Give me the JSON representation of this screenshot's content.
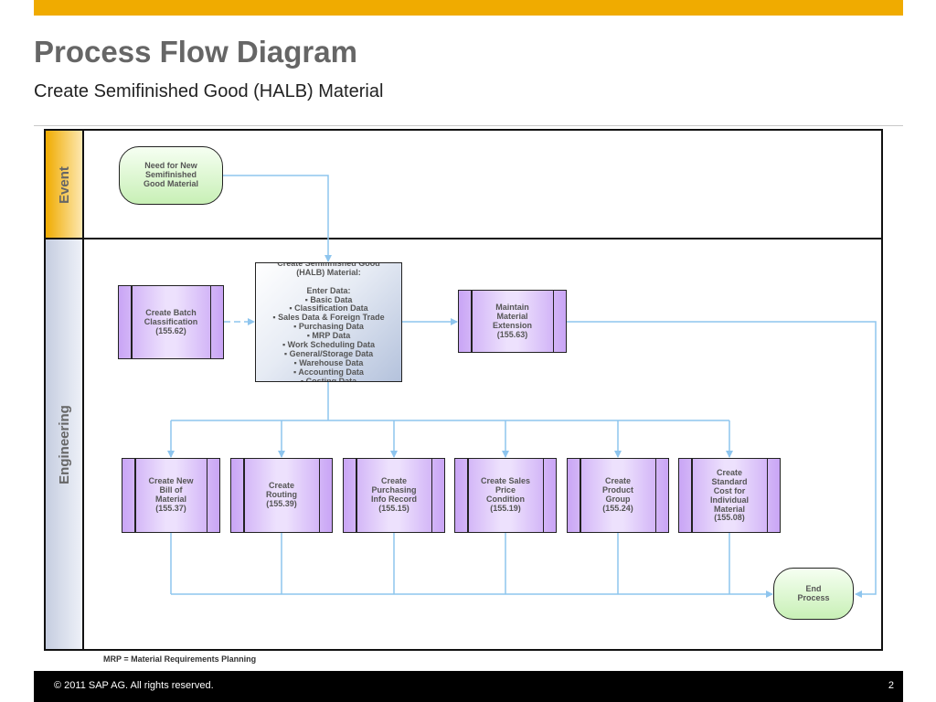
{
  "header": {
    "title": "Process Flow Diagram",
    "subtitle": "Create Semifinished Good (HALB) Material"
  },
  "lanes": {
    "event": "Event",
    "engineering": "Engineering"
  },
  "nodes": {
    "start": "Need for New\nSemifinished\nGood Material",
    "batch": "Create Batch\nClassification\n(155.62)",
    "main": "Create Semifinished Good\n(HALB) Material:\n\nEnter Data:\n▪ Basic Data\n▪ Classification Data\n▪ Sales Data & Foreign Trade\n▪ Purchasing Data\n▪ MRP Data\n▪ Work Scheduling Data\n▪ General/Storage Data\n▪ Warehouse Data\n▪ Accounting Data\n▪ Costing Data",
    "extension": "Maintain\nMaterial\nExtension\n(155.63)",
    "bom": "Create New\nBill of\nMaterial\n(155.37)",
    "routing": "Create\nRouting\n(155.39)",
    "purchasing": "Create\nPurchasing\nInfo Record\n(155.15)",
    "sales": "Create Sales\nPrice\nCondition\n(155.19)",
    "product_group": "Create\nProduct\nGroup\n(155.24)",
    "standard_cost": "Create\nStandard\nCost for\nIndividual\nMaterial\n(155.08)",
    "end": "End\nProcess"
  },
  "note": "MRP = Material Requirements Planning",
  "footer": {
    "copyright": "© 2011 SAP AG. All rights reserved.",
    "page": "2"
  },
  "colors": {
    "accent_bar": "#f0ab00",
    "process_box": "#d6bcf9",
    "terminator": "#d8f5cc",
    "arrow": "#8ec5ee"
  }
}
